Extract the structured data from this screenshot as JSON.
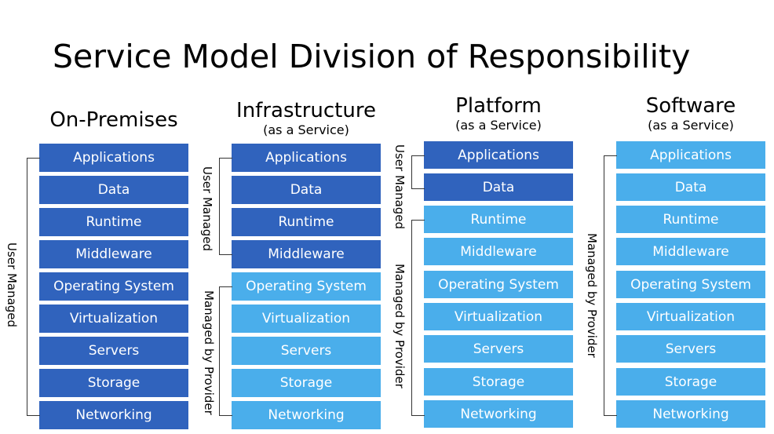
{
  "title": "Service Model Division of Responsibility",
  "columns": [
    {
      "name": "On-Premises",
      "subtitle": "",
      "layers": [
        "Applications",
        "Data",
        "Runtime",
        "Middleware",
        "Operating System",
        "Virtualization",
        "Servers",
        "Storage",
        "Networking"
      ],
      "user_managed_count": 9,
      "user_label": "User Managed",
      "provider_label": ""
    },
    {
      "name": "Infrastructure",
      "subtitle": "(as a Service)",
      "layers": [
        "Applications",
        "Data",
        "Runtime",
        "Middleware",
        "Operating System",
        "Virtualization",
        "Servers",
        "Storage",
        "Networking"
      ],
      "user_managed_count": 4,
      "user_label": "User Managed",
      "provider_label": "Managed by Provider"
    },
    {
      "name": "Platform",
      "subtitle": "(as a Service)",
      "layers": [
        "Applications",
        "Data",
        "Runtime",
        "Middleware",
        "Operating System",
        "Virtualization",
        "Servers",
        "Storage",
        "Networking"
      ],
      "user_managed_count": 2,
      "user_label": "User Managed",
      "provider_label": "Managed by Provider"
    },
    {
      "name": "Software",
      "subtitle": "(as a Service)",
      "layers": [
        "Applications",
        "Data",
        "Runtime",
        "Middleware",
        "Operating System",
        "Virtualization",
        "Servers",
        "Storage",
        "Networking"
      ],
      "user_managed_count": 0,
      "user_label": "",
      "provider_label": "Managed by Provider"
    }
  ],
  "colors": {
    "user_managed": "#3063bd",
    "provider_managed": "#4aaeeb"
  }
}
